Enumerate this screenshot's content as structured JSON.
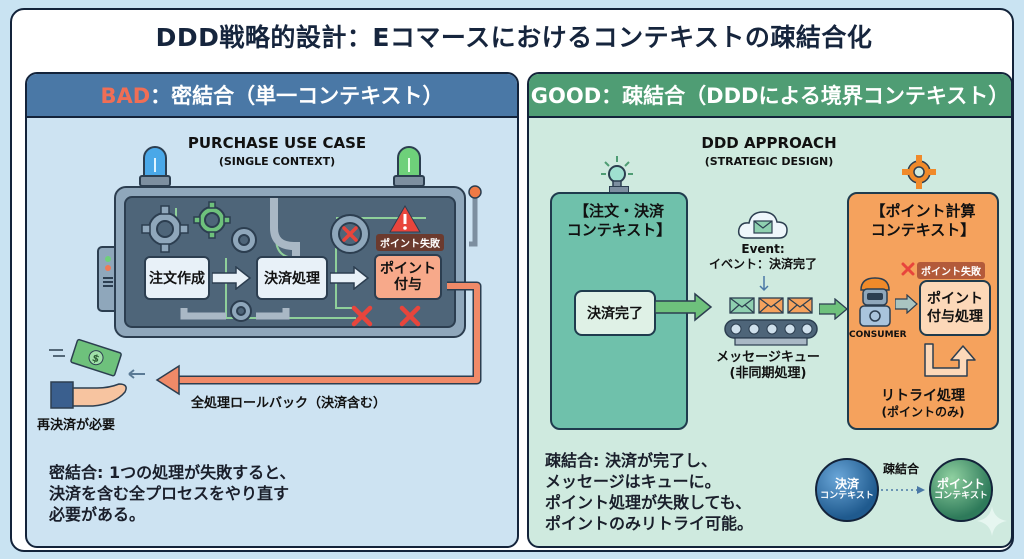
{
  "title": "DDD戦略的設計：Eコマースにおけるコンテキストの疎結合化",
  "colors": {
    "bad_header": "#4a78a6",
    "good_header": "#4f9d74",
    "bad_accent": "#f06e55",
    "fail_orange": "#f7a98a",
    "order_context": "#6fc1ab",
    "point_context": "#f5a25d",
    "rollback_arrow": "#f08a68"
  },
  "bad": {
    "header_prefix": "BAD",
    "header_rest": "：密結合（単一コンテキスト）",
    "subtitle_main": "PURCHASE USE CASE",
    "subtitle_sub": "(SINGLE CONTEXT)",
    "steps": [
      "注文作成",
      "決済処理",
      "ポイント\n付与"
    ],
    "step_3_line1": "ポイント",
    "step_3_line2": "付与",
    "fail_tag": "ポイント失敗",
    "rollback_label": "全処理ロールバック（決済含む）",
    "repay_label": "再決済が必要",
    "description": [
      "密結合: 1つの処理が失敗すると、",
      "決済を含む全プロセスをやり直す",
      "必要がある。"
    ],
    "icons": [
      "siren-blue-icon",
      "siren-green-icon",
      "gear-icon",
      "warning-icon",
      "error-x-icon",
      "money-icon",
      "hand-icon"
    ]
  },
  "good": {
    "header": "GOOD：疎結合（DDDによる境界コンテキスト）",
    "subtitle_main": "DDD APPROACH",
    "subtitle_sub": "(STRATEGIC DESIGN)",
    "order_context_line1": "【注文・決済",
    "order_context_line2": "コンテキスト】",
    "payment_done": "決済完了",
    "event_label_1": "Event:",
    "event_label_2": "イベント：決済完了",
    "queue_label_1": "メッセージキュー",
    "queue_label_2": "(非同期処理)",
    "point_context_line1": "【ポイント計算",
    "point_context_line2": "コンテキスト】",
    "fail_tag": "ポイント失敗",
    "point_process_line1": "ポイント",
    "point_process_line2": "付与処理",
    "consumer_label": "CONSUMER",
    "retry_line1": "リトライ処理",
    "retry_line2": "(ポイントのみ)",
    "description": [
      "疎結合: 決済が完了し、",
      "メッセージはキューに。",
      "ポイント処理が失敗しても、",
      "ポイントのみリトライ可能。"
    ],
    "sphere_left_l1": "決済",
    "sphere_left_l2": "コンテキスト",
    "sphere_right_l1": "ポイント",
    "sphere_right_l2": "コンテキスト",
    "sphere_link_label": "疎結合",
    "icons": [
      "lightbulb-icon",
      "gear-icon",
      "cloud-mail-icon",
      "envelope-icon",
      "conveyor-icon",
      "robot-consumer-icon",
      "retry-arrow-icon"
    ]
  }
}
